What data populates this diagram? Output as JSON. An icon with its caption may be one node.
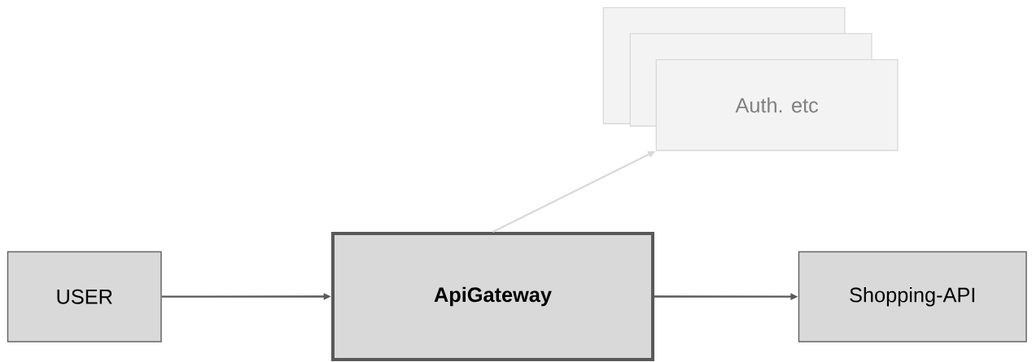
{
  "diagram": {
    "nodes": [
      {
        "text": [],
        "shape": "box"
      },
      {
        "text": [],
        "shape": "box"
      },
      {
        "text": [
          "Auth. etc"
        ]
      },
      {
        "text": [
          "USER"
        ]
      },
      {
        "text": [
          "ApiGateway"
        ]
      },
      {
        "text": [
          "Shopping-API"
        ]
      }
    ],
    "edges": [
      {
        "from": 3,
        "to": 4,
        "arrow": "to"
      },
      {
        "from": 4,
        "to": 5,
        "arrow": "to"
      },
      {
        "from": 4,
        "to": 2,
        "arrow": "to",
        "color": "#d9d9d9"
      }
    ]
  }
}
